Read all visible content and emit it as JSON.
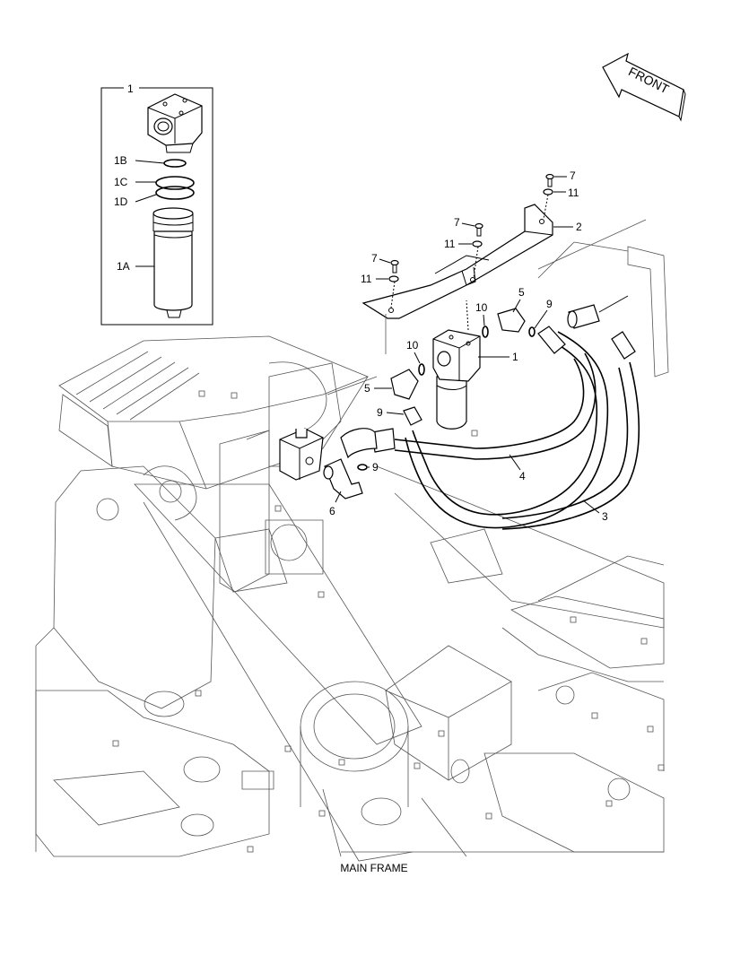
{
  "figure": {
    "caption": "MAIN FRAME",
    "front_label": "FRONT",
    "callouts": {
      "inset_1": "1",
      "c1B": "1B",
      "c1C": "1C",
      "c1D": "1D",
      "c1A": "1A",
      "c7_top": "7",
      "c11_top": "11",
      "c2": "2",
      "c7_mid": "7",
      "c11_mid": "11",
      "c7_left": "7",
      "c11_left": "11",
      "c5_right": "5",
      "c9_right": "9",
      "c10_right": "10",
      "c10_left": "10",
      "c1_main": "1",
      "c5_left": "5",
      "c9_left": "9",
      "c9_low": "9",
      "c4": "4",
      "c6": "6",
      "c3": "3"
    }
  }
}
